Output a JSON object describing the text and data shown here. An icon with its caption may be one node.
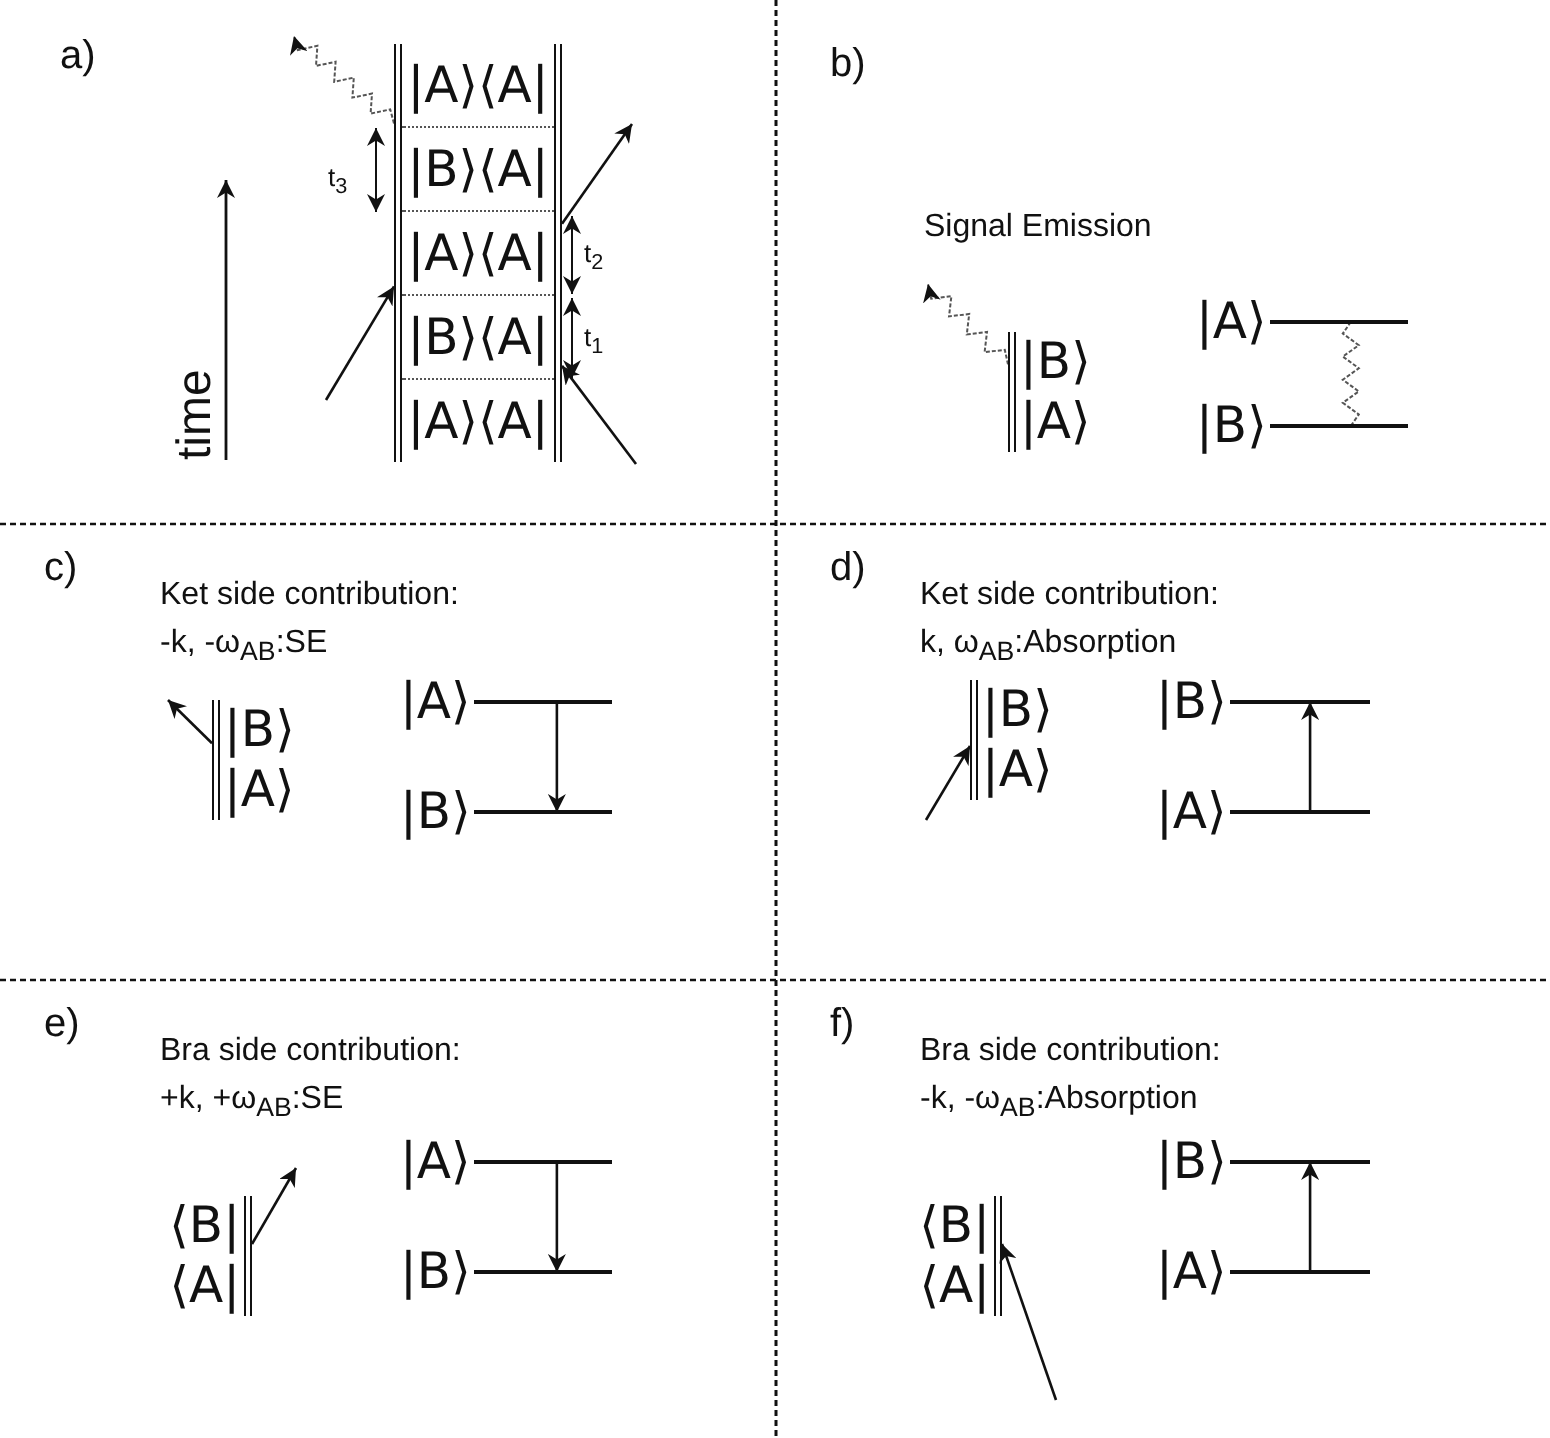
{
  "diagram": {
    "nodes": [
      {
        "text": [
          "|A⟩⟨A|",
          "|B⟩⟨A|",
          "|A⟩⟨A|",
          "|B⟩⟨A|",
          "|A⟩⟨A|"
        ]
      },
      {
        "text": [
          "|B⟩",
          "|A⟩"
        ]
      },
      {
        "text": [
          "|A⟩"
        ]
      },
      {
        "text": [
          "|B⟩"
        ]
      },
      {
        "text": [
          "|B⟩",
          "|A⟩"
        ]
      },
      {
        "text": [
          "|A⟩"
        ]
      },
      {
        "text": [
          "|B⟩"
        ]
      },
      {
        "text": [
          "|B⟩",
          "|A⟩"
        ]
      },
      {
        "text": [
          "|B⟩"
        ]
      },
      {
        "text": [
          "|A⟩"
        ]
      },
      {
        "text": [
          "⟨B|",
          "⟨A|"
        ]
      },
      {
        "text": [
          "|A⟩"
        ]
      },
      {
        "text": [
          "|B⟩"
        ]
      },
      {
        "text": [
          "⟨B|",
          "⟨A|"
        ]
      },
      {
        "text": [
          "|B⟩"
        ]
      },
      {
        "text": [
          "|A⟩"
        ]
      }
    ],
    "edges": [
      {
        "from": null,
        "to": 0,
        "arrow": "to"
      },
      {
        "from": null,
        "to": 0,
        "arrow": "to"
      },
      {
        "from": 0,
        "to": null,
        "arrow": "to"
      },
      {
        "from": 0,
        "to": null,
        "arrow": "to",
        "style": "dashed"
      },
      {
        "from": 1,
        "to": null,
        "arrow": "to",
        "style": "dashed"
      },
      {
        "from": 2,
        "to": 3,
        "arrow": "none",
        "style": "dashed"
      },
      {
        "from": 4,
        "to": null,
        "arrow": "to"
      },
      {
        "from": 5,
        "to": 6,
        "arrow": "to"
      },
      {
        "from": null,
        "to": 7,
        "arrow": "to"
      },
      {
        "from": 9,
        "to": 8,
        "arrow": "to"
      },
      {
        "from": 10,
        "to": null,
        "arrow": "to"
      },
      {
        "from": 11,
        "to": 12,
        "arrow": "to"
      },
      {
        "from": null,
        "to": 13,
        "arrow": "to"
      },
      {
        "from": 15,
        "to": 14,
        "arrow": "to"
      }
    ],
    "labels": [
      "a)",
      "t$_{3}$",
      "t$_{2}$",
      "t$_{1}$",
      "time",
      "b)",
      "Signal Emission",
      "c)",
      "Ket side contribution:",
      "-k, -ω$_{AB}$:SE",
      "d)",
      "Ket side contribution:",
      "k, ω$_{AB}$:Absorption",
      "e)",
      "Bra side contribution:",
      "+k, +ω$_{AB}$:SE",
      "f)",
      "Bra side contribution:",
      "-k, -ω$_{AB}$:Absorption"
    ]
  }
}
